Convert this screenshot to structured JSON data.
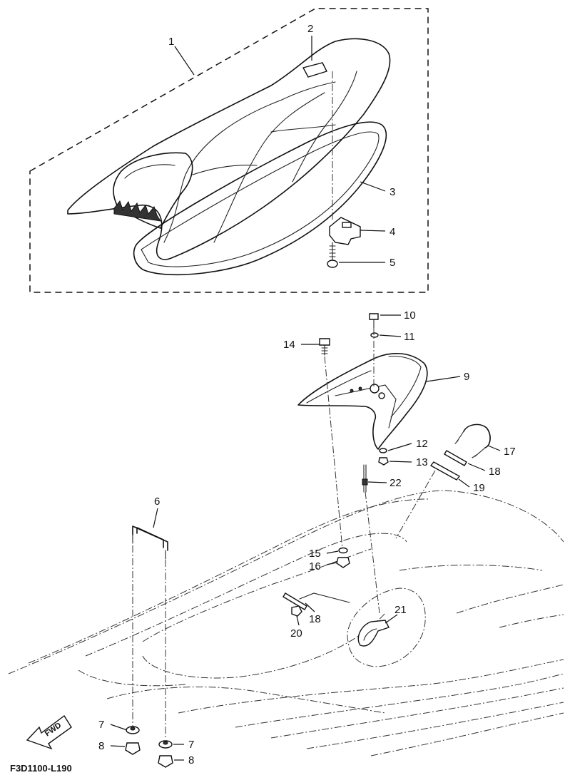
{
  "callouts": {
    "c1": "1",
    "c2": "2",
    "c3": "3",
    "c4": "4",
    "c5": "5",
    "c6": "6",
    "c7a": "7",
    "c7b": "7",
    "c8a": "8",
    "c8b": "8",
    "c9": "9",
    "c10": "10",
    "c11": "11",
    "c12": "12",
    "c13": "13",
    "c14": "14",
    "c15": "15",
    "c16": "16",
    "c17": "17",
    "c18a": "18",
    "c18b": "18",
    "c19": "19",
    "c20": "20",
    "c21": "21",
    "c22": "22"
  },
  "fwd_label": "FWD",
  "drawing_code": "F3D1100-L190"
}
